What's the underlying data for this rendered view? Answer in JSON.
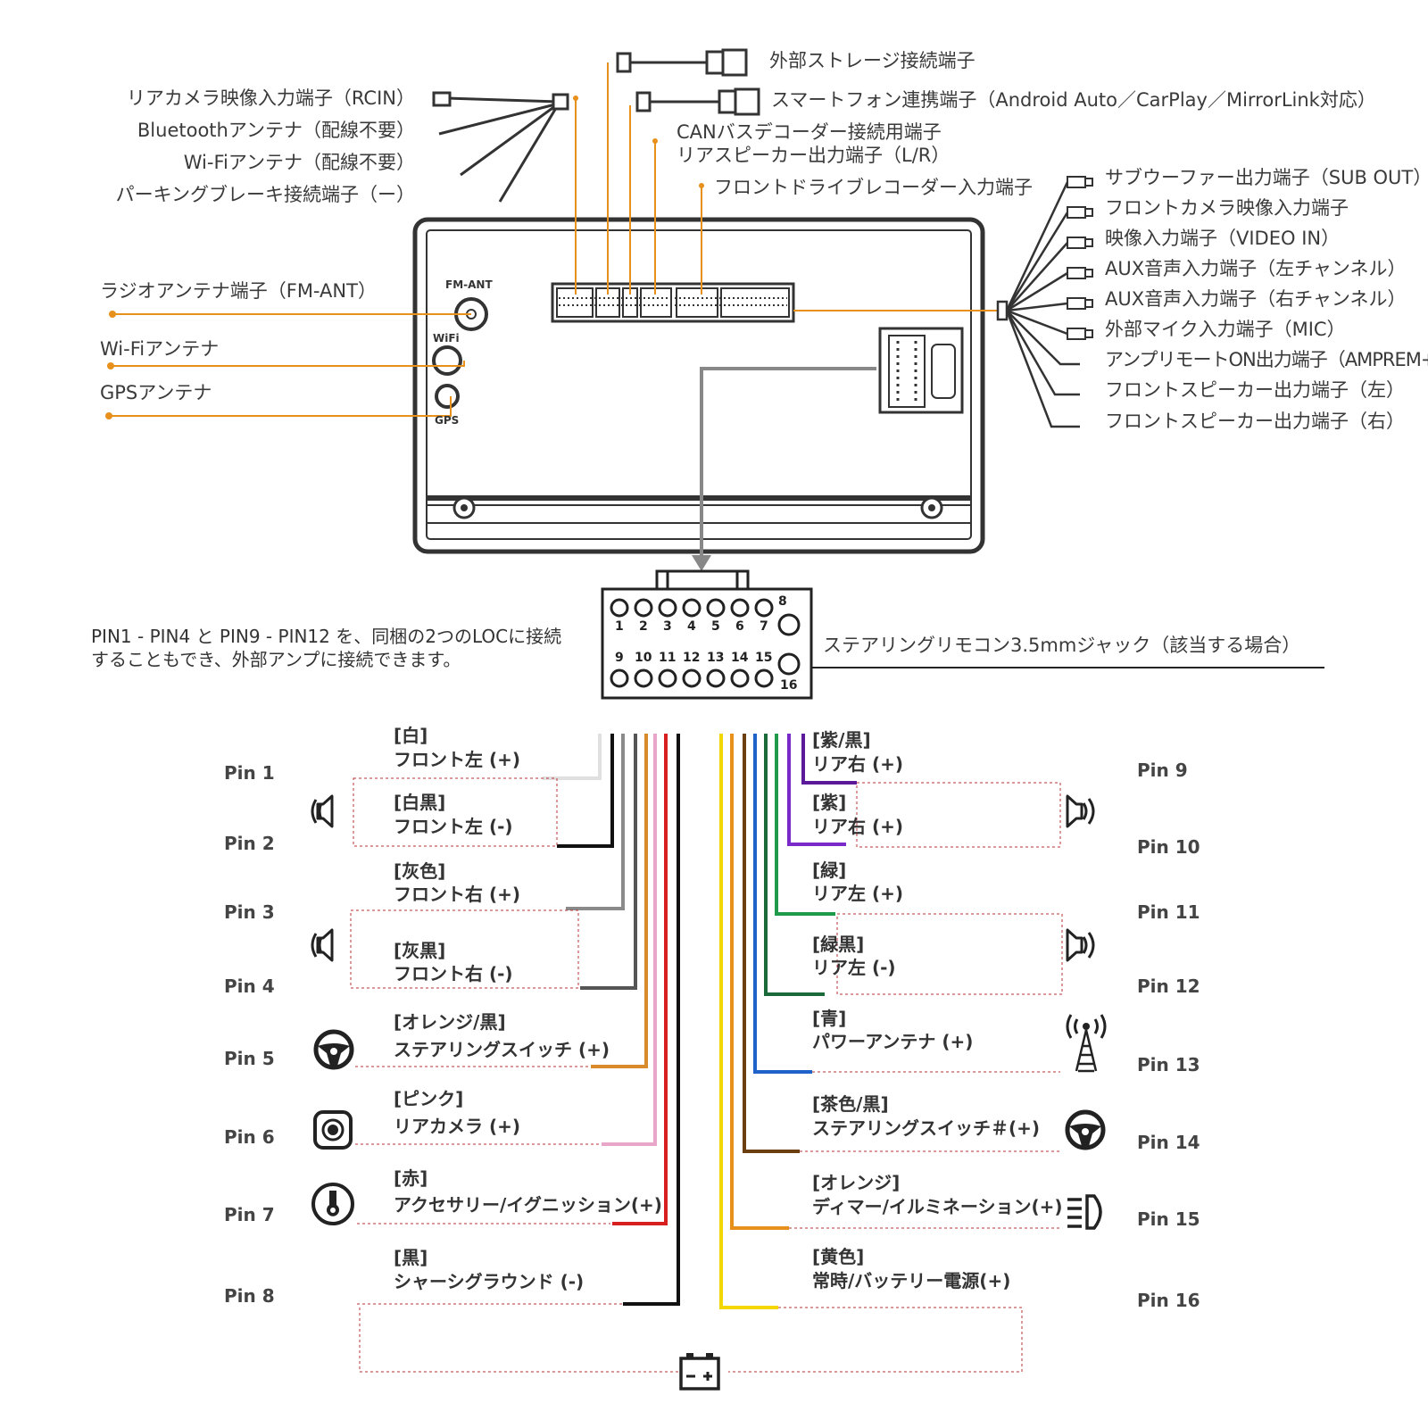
{
  "top_left_labels": [
    "リアカメラ映像入力端子（RCIN）",
    "Bluetoothアンテナ（配線不要）",
    "Wi-Fiアンテナ（配線不要）",
    "パーキングブレーキ接続端子（ー）"
  ],
  "top_center_labels": {
    "storage": "外部ストレージ接続端子",
    "smartphone": "スマートフォン連携端子（Android Auto／CarPlay／MirrorLink対応）",
    "can": "CANバスデコーダー接続用端子",
    "rear_speaker": "リアスピーカー出力端子（L/R）",
    "dashcam": "フロントドライブレコーダー入力端子"
  },
  "right_labels": [
    "サブウーファー出力端子（SUB OUT）",
    "フロントカメラ映像入力端子",
    "映像入力端子（VIDEO IN）",
    "AUX音声入力端子（左チャンネル）",
    "AUX音声入力端子（右チャンネル）",
    "外部マイク入力端子（MIC）",
    "アンプリモートON出力端子（AMPREM+）",
    "フロントスピーカー出力端子（左）",
    "フロントスピーカー出力端子（右）"
  ],
  "left_antenna_labels": {
    "radio": "ラジオアンテナ端子（FM-ANT）",
    "wifi": "Wi-Fiアンテナ",
    "gps": "GPSアンテナ"
  },
  "unit_labels": {
    "fm": "FM-ANT",
    "wifi": "WiFi",
    "gps": "GPS"
  },
  "connector": {
    "top_numbers": [
      "1",
      "2",
      "3",
      "4",
      "5",
      "6",
      "7",
      "8"
    ],
    "bottom_numbers": [
      "9",
      "10",
      "11",
      "12",
      "13",
      "14",
      "15",
      "16"
    ]
  },
  "note": {
    "line1": "PIN1 - PIN4 と PIN9 - PIN12 を、同梱の2つのLOCに接続",
    "line2": "することもでき、外部アンプに接続できます。"
  },
  "steering_jack": "ステアリングリモコン3.5mmジャック（該当する場合）",
  "left_pins": [
    {
      "pin": "Pin 1",
      "color_label": "[白]",
      "function": "フロント左 (+)",
      "wire_color": "#e0e0e0"
    },
    {
      "pin": "Pin 2",
      "color_label": "[白黒]",
      "function": "フロント左 (-)",
      "wire_color": "#111111"
    },
    {
      "pin": "Pin 3",
      "color_label": "[灰色]",
      "function": "フロント右 (+)",
      "wire_color": "#8a8a8a"
    },
    {
      "pin": "Pin 4",
      "color_label": "[灰黒]",
      "function": "フロント右 (-)",
      "wire_color": "#555555"
    },
    {
      "pin": "Pin 5",
      "color_label": "[オレンジ/黒]",
      "function": "ステアリングスイッチ (+)",
      "wire_color": "#d98a2b"
    },
    {
      "pin": "Pin 6",
      "color_label": "[ピンク]",
      "function": "リアカメラ (+)",
      "wire_color": "#e8a6c8"
    },
    {
      "pin": "Pin 7",
      "color_label": "[赤]",
      "function": "アクセサリー/イグニッション(+)",
      "wire_color": "#d71f1f"
    },
    {
      "pin": "Pin 8",
      "color_label": "[黒]",
      "function": "シャーシグラウンド (-)",
      "wire_color": "#111111"
    }
  ],
  "right_pins": [
    {
      "pin": "Pin 9",
      "color_label": "[紫/黒]",
      "function": "リア右 (+)",
      "wire_color": "#5a1a9a"
    },
    {
      "pin": "Pin 10",
      "color_label": "[紫]",
      "function": "リア右 (+)",
      "wire_color": "#7a2ac8"
    },
    {
      "pin": "Pin 11",
      "color_label": "[緑]",
      "function": "リア左 (+)",
      "wire_color": "#1e9a4a"
    },
    {
      "pin": "Pin 12",
      "color_label": "[緑黒]",
      "function": "リア左 (-)",
      "wire_color": "#1a6a3a"
    },
    {
      "pin": "Pin 13",
      "color_label": "[青]",
      "function": "パワーアンテナ (+)",
      "wire_color": "#1f63c8"
    },
    {
      "pin": "Pin 14",
      "color_label": "[茶色/黒]",
      "function": "ステアリングスイッチ＃(+)",
      "wire_color": "#6b3f10"
    },
    {
      "pin": "Pin 15",
      "color_label": "[オレンジ]",
      "function": "ディマー/イルミネーション(+)",
      "wire_color": "#e8901c"
    },
    {
      "pin": "Pin 16",
      "color_label": "[黄色]",
      "function": "常時/バッテリー電源(+)",
      "wire_color": "#f2d800"
    }
  ],
  "icons": {
    "speaker": "speaker-icon",
    "steering": "steering-wheel-icon",
    "camera": "camera-icon",
    "ignition": "ignition-key-icon",
    "antenna": "antenna-tower-icon",
    "headlight": "headlight-icon",
    "battery": "battery-icon"
  },
  "accent_color": "#e8901c"
}
